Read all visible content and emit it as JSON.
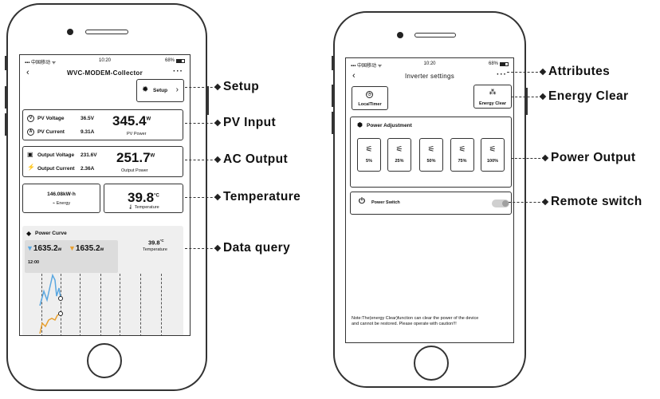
{
  "left_screen": {
    "status": {
      "carrier": "▪▪▪ 中国移动 ᯤ",
      "time": "10:20",
      "battery": "68%"
    },
    "nav": {
      "back": "‹",
      "title": "WVC-MODEM-Collector",
      "more": "···"
    },
    "setup": {
      "label": "Setup",
      "chevron": "›"
    },
    "pv": {
      "voltage_label": "PV Voltage",
      "voltage_value": "36.5V",
      "current_label": "PV Current",
      "current_value": "9.31A",
      "power_value": "345.4",
      "power_unit": "W",
      "power_label": "PV Power"
    },
    "ac": {
      "voltage_label": "Output Voltage",
      "voltage_value": "231.6V",
      "current_label": "Output Current",
      "current_value": "2.36A",
      "power_value": "251.7",
      "power_unit": "W",
      "power_label": "Output Power"
    },
    "energy": {
      "value": "146.08kW·h",
      "label": "Energy"
    },
    "temperature": {
      "value": "39.8",
      "unit": "°C",
      "label": "Temperature"
    },
    "curve": {
      "title": "Power Curve",
      "pv_value": "1635.2",
      "ac_value": "1635.2",
      "unit": "w",
      "time": "12:00",
      "temp_value": "39.8",
      "temp_unit": "°C",
      "temp_label": "Temperature"
    }
  },
  "right_screen": {
    "status": {
      "carrier": "▪▪▪ 中国移动 ᯤ",
      "time": "10:20",
      "battery": "68%"
    },
    "nav": {
      "back": "‹",
      "title": "Inverter settings",
      "more": "···"
    },
    "local_timer": "LocalTimer",
    "energy_clear": "Energy Clear",
    "power_adjustment": {
      "title": "Power Adjustment",
      "options": [
        "5%",
        "25%",
        "50%",
        "75%",
        "100%"
      ]
    },
    "power_switch": "Power Switch",
    "note": "Note:The(energy Clear)function can clear the power of the device and cannot be restored. Please operate with caution!!!"
  },
  "callouts": {
    "setup": "Setup",
    "pv_input": "PV Input",
    "ac_output": "AC Output",
    "temperature": "Temperature",
    "data_query": "Data query",
    "attributes": "Attributes",
    "energy_clear": "Energy Clear",
    "power_output": "Power Output",
    "remote_switch": "Remote switch"
  },
  "colors": {
    "pv_curve": "#5aa7e0",
    "ac_curve": "#e8a030"
  }
}
